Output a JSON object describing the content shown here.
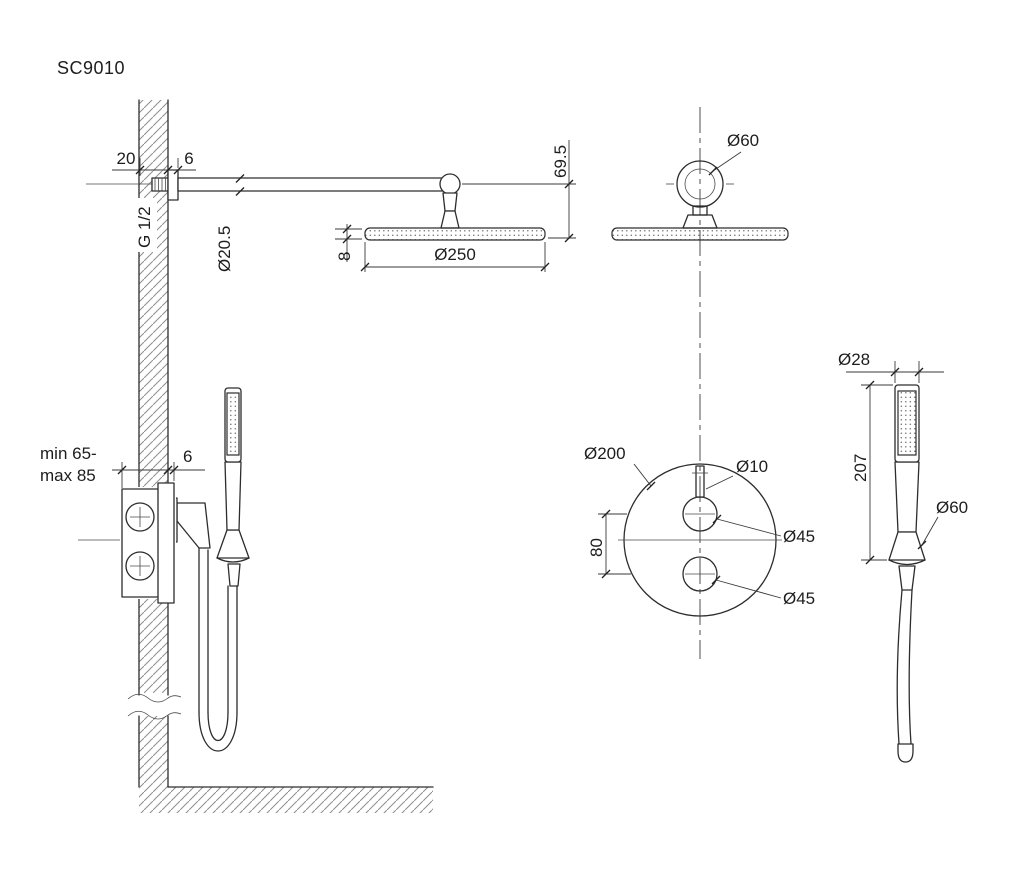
{
  "title": "SC9010",
  "side_view": {
    "arm_offset": "20",
    "escutcheon_depth": "6",
    "thread": "G 1/2",
    "arm_diameter": "Ø20.5",
    "head_drop": "69.5",
    "head_thickness": "8",
    "head_diameter": "Ø250",
    "install_depth_line1": "min 65-",
    "install_depth_line2": "max 85",
    "wall_finish_depth": "6"
  },
  "front_view": {
    "connector_diameter": "Ø60",
    "plate_diameter": "Ø200",
    "pin_diameter": "Ø10",
    "handle_spacing": "80",
    "handle_top_diameter": "Ø45",
    "handle_bottom_diameter": "Ø45"
  },
  "hand_shower": {
    "head_diameter": "Ø28",
    "length": "207",
    "holder_diameter": "Ø60"
  }
}
